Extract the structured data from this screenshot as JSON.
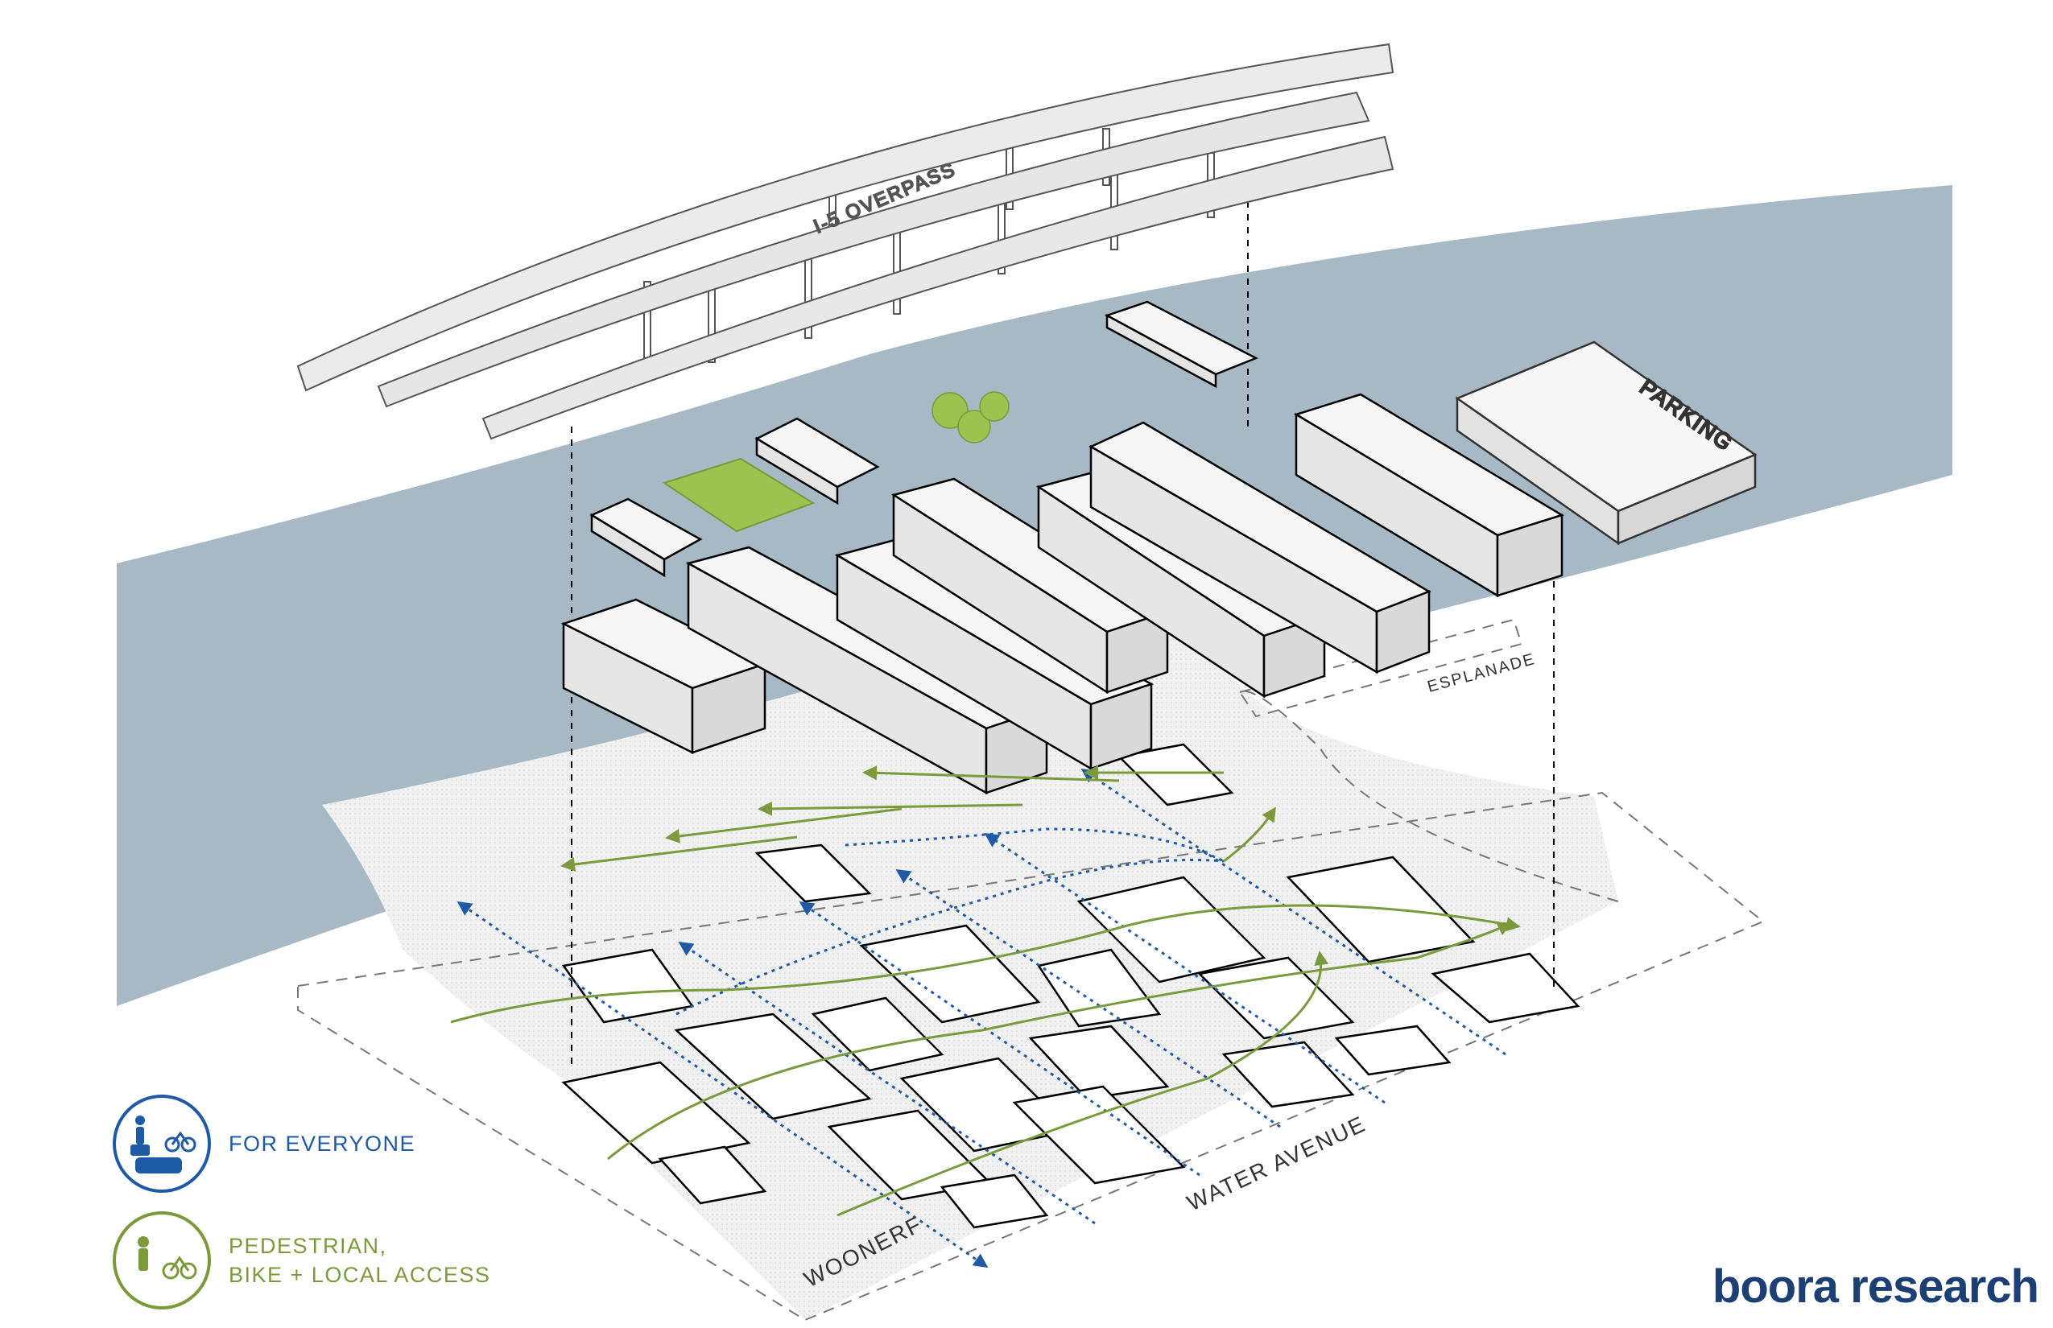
{
  "labels": {
    "overpass": "I-5 OVERPASS",
    "parking": "PARKING",
    "esplanade": "ESPLANADE",
    "water_avenue": "WATER AVENUE",
    "woonerf": "WOONERF"
  },
  "legend": [
    {
      "icon": "pedestrian-bike-car-icon",
      "color": "#1f5aa6",
      "line1": "FOR EVERYONE",
      "line2": ""
    },
    {
      "icon": "pedestrian-bike-icon",
      "color": "#7a9a3c",
      "line1": "PEDESTRIAN,",
      "line2": "BIKE + LOCAL ACCESS"
    }
  ],
  "brand": "boora research",
  "colors": {
    "river": "#a6b9c5",
    "ground": "#efefef",
    "shared_route": "#1f5aa6",
    "local_route": "#7a9a3c",
    "field": "#9dc24f",
    "building": "#f4f4f4"
  }
}
